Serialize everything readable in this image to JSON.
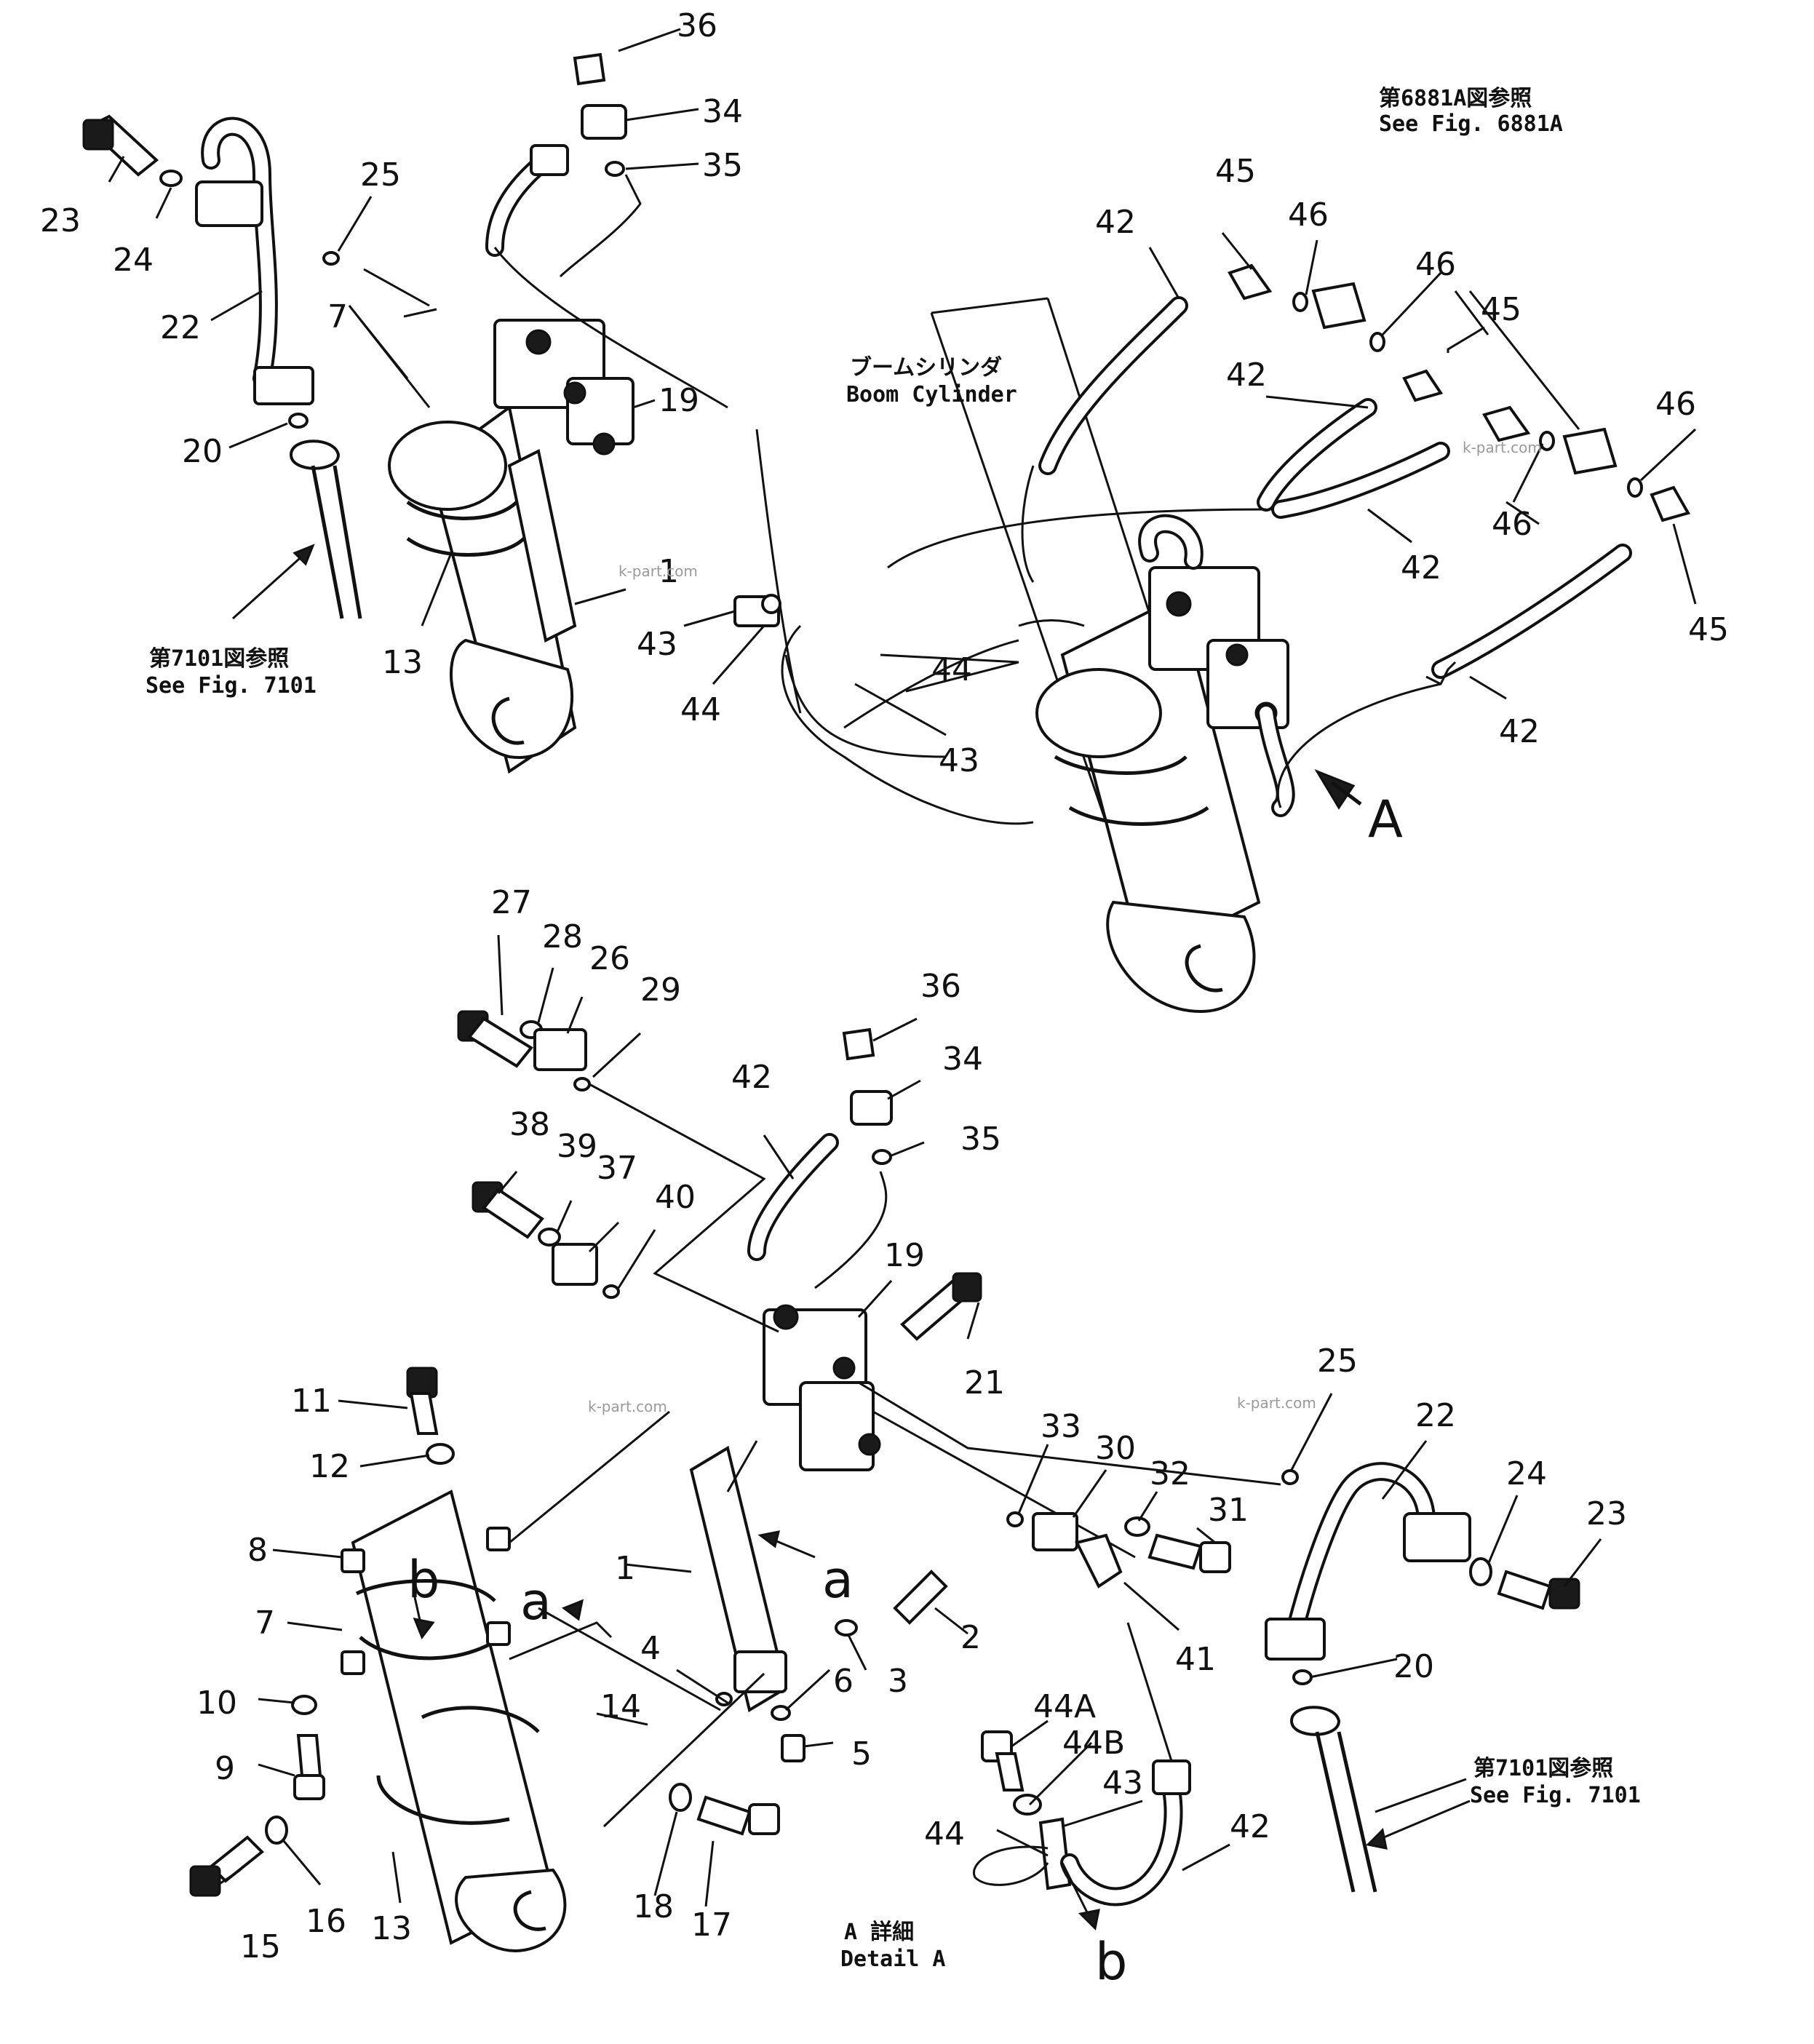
{
  "top": {
    "callouts": [
      "36",
      "34",
      "35",
      "23",
      "24",
      "25",
      "22",
      "7",
      "19",
      "20",
      "13",
      "1",
      "43",
      "44",
      "42",
      "45",
      "46",
      "46",
      "45",
      "42",
      "42",
      "46",
      "45",
      "42",
      "44",
      "43",
      "46"
    ],
    "ref_boom_jp": "ブームシリンダ",
    "ref_boom_en": "Boom  Cylinder",
    "ref_6881_jp": "第6881A図参照",
    "ref_6881_en": "See  Fig. 6881A",
    "ref_7101_jp": "第7101図参照",
    "ref_7101_en": "See  Fig. 7101",
    "view_arrow": "A"
  },
  "bottom": {
    "callouts": [
      "27",
      "28",
      "26",
      "29",
      "36",
      "42",
      "34",
      "35",
      "38",
      "39",
      "37",
      "40",
      "19",
      "21",
      "11",
      "12",
      "8",
      "7",
      "10",
      "9",
      "15",
      "16",
      "13",
      "1",
      "4",
      "6",
      "3",
      "2",
      "5",
      "14",
      "18",
      "17",
      "33",
      "30",
      "32",
      "31",
      "41",
      "44A",
      "44B",
      "43",
      "44",
      "42",
      "25",
      "22",
      "24",
      "23",
      "20"
    ],
    "letter_b": "b",
    "letter_a": "a",
    "letter_a2": "a",
    "letter_b2": "b",
    "ref_7101_jp": "第7101図参照",
    "ref_7101_en": "See  Fig. 7101",
    "detail_jp": "A 詳細",
    "detail_en": "Detail  A"
  },
  "watermarks": [
    "k-part.com",
    "k-part.com",
    "k-part.com",
    "k-part.com"
  ]
}
